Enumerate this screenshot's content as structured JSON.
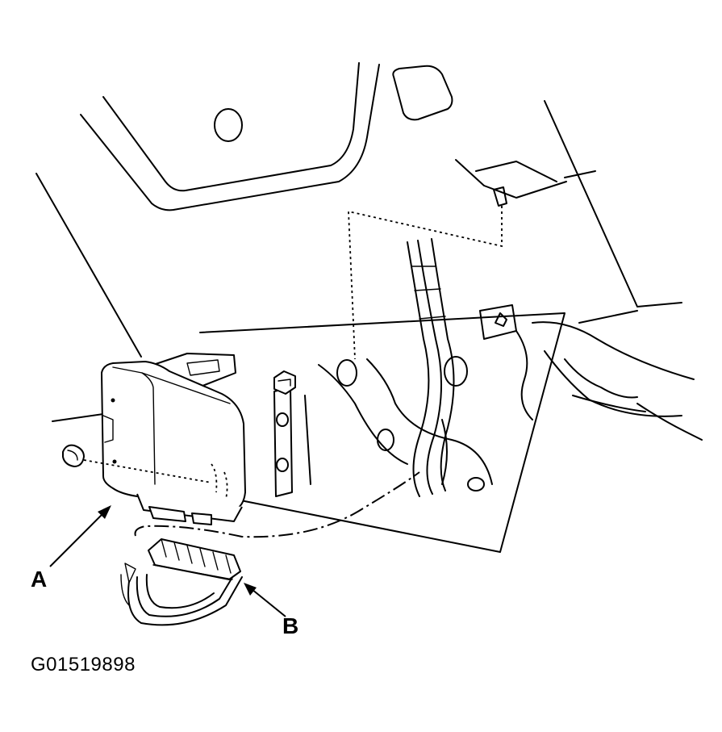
{
  "callouts": {
    "a": "A",
    "b": "B"
  },
  "figure_code": "G01519898"
}
